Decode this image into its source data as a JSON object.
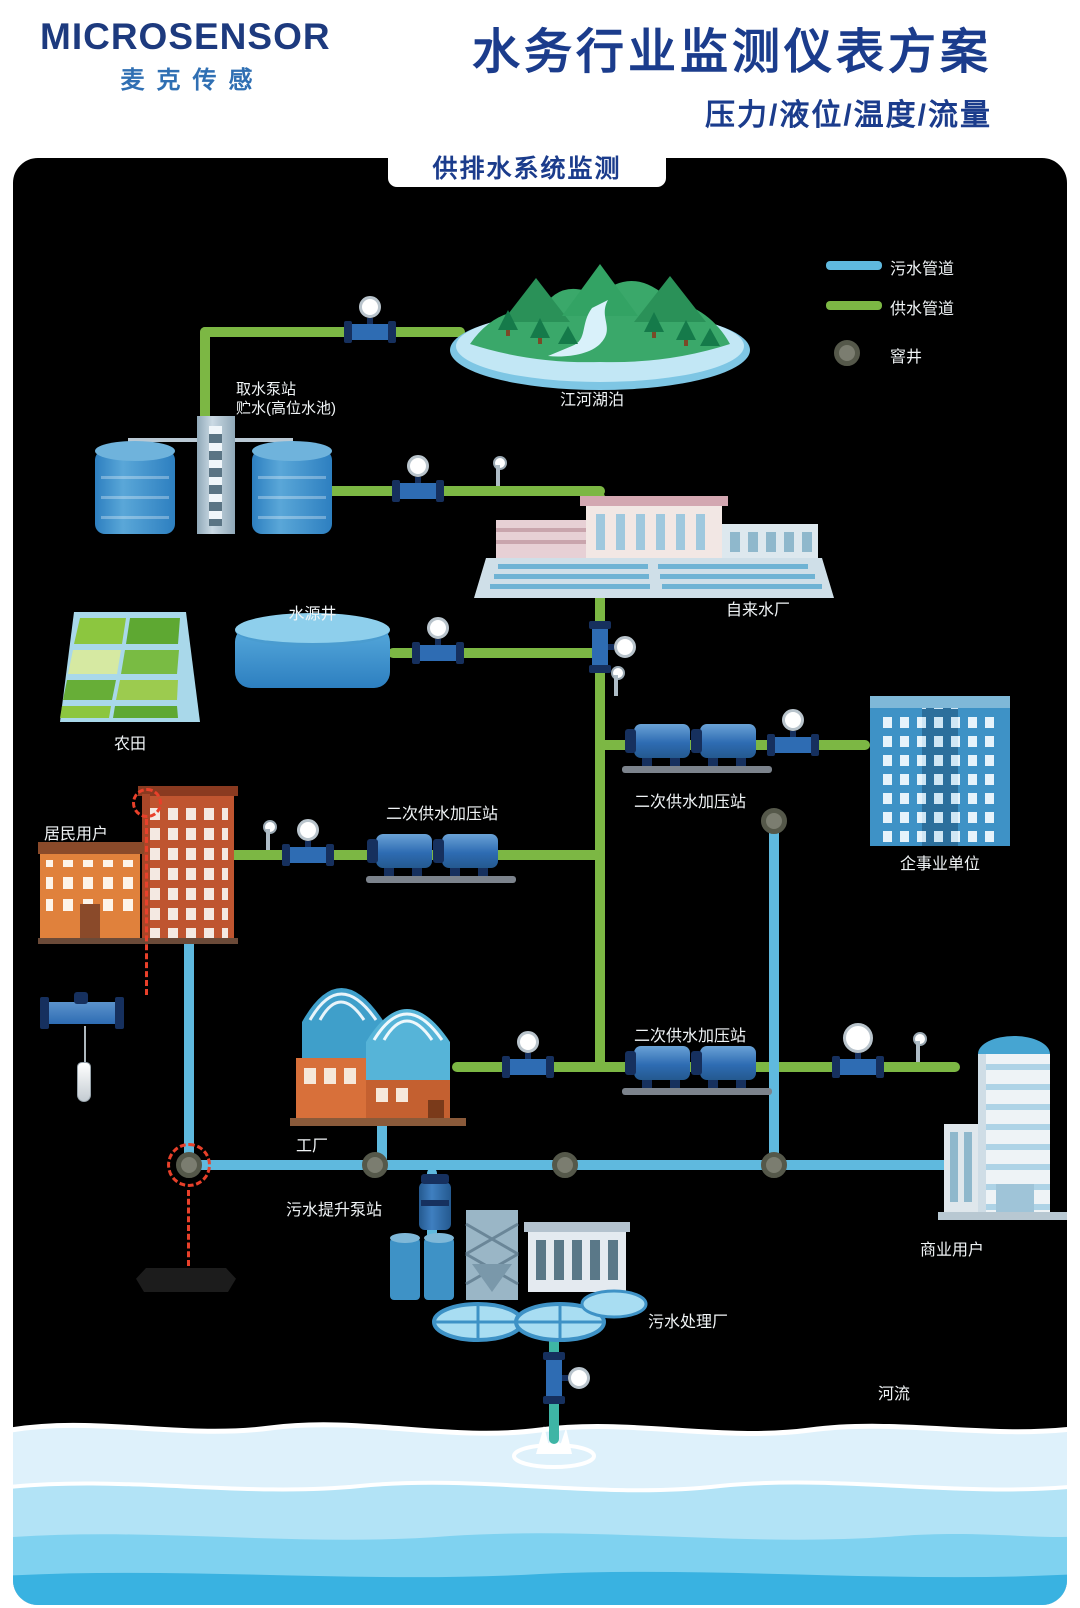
{
  "header": {
    "brand": "MICROSENSOR",
    "brand_cn": "麦克传感",
    "title": "水务行业监测仪表方案",
    "subtitle": "压力/液位/温度/流量"
  },
  "panel": {
    "tab": "供排水系统监测"
  },
  "legend": {
    "sewage": "污水管道",
    "supply": "供水管道",
    "manhole": "窨井"
  },
  "nodes": {
    "river_lake": "江河湖泊",
    "intake_line1": "取水泵站",
    "intake_line2": "贮水(高位水池)",
    "well": "水源井",
    "farmland": "农田",
    "waterworks": "自来水厂",
    "booster_right": "二次供水加压站",
    "booster_mid": "二次供水加压站",
    "booster_low": "二次供水加压站",
    "enterprise": "企事业单位",
    "residential": "居民用户",
    "factory": "工厂",
    "sewage_lift": "污水提升泵站",
    "sewage_plant": "污水处理厂",
    "commercial": "商业用户",
    "river": "河流"
  },
  "colors": {
    "navy": "#1b3c8c",
    "brand_blue": "#2f6fb3",
    "supply_green": "#7cb744",
    "sewage_blue": "#5fb9de",
    "discharge_teal": "#3eb5a5",
    "manhole_gray": "#7b7d70",
    "alert_red": "#e8402a"
  }
}
